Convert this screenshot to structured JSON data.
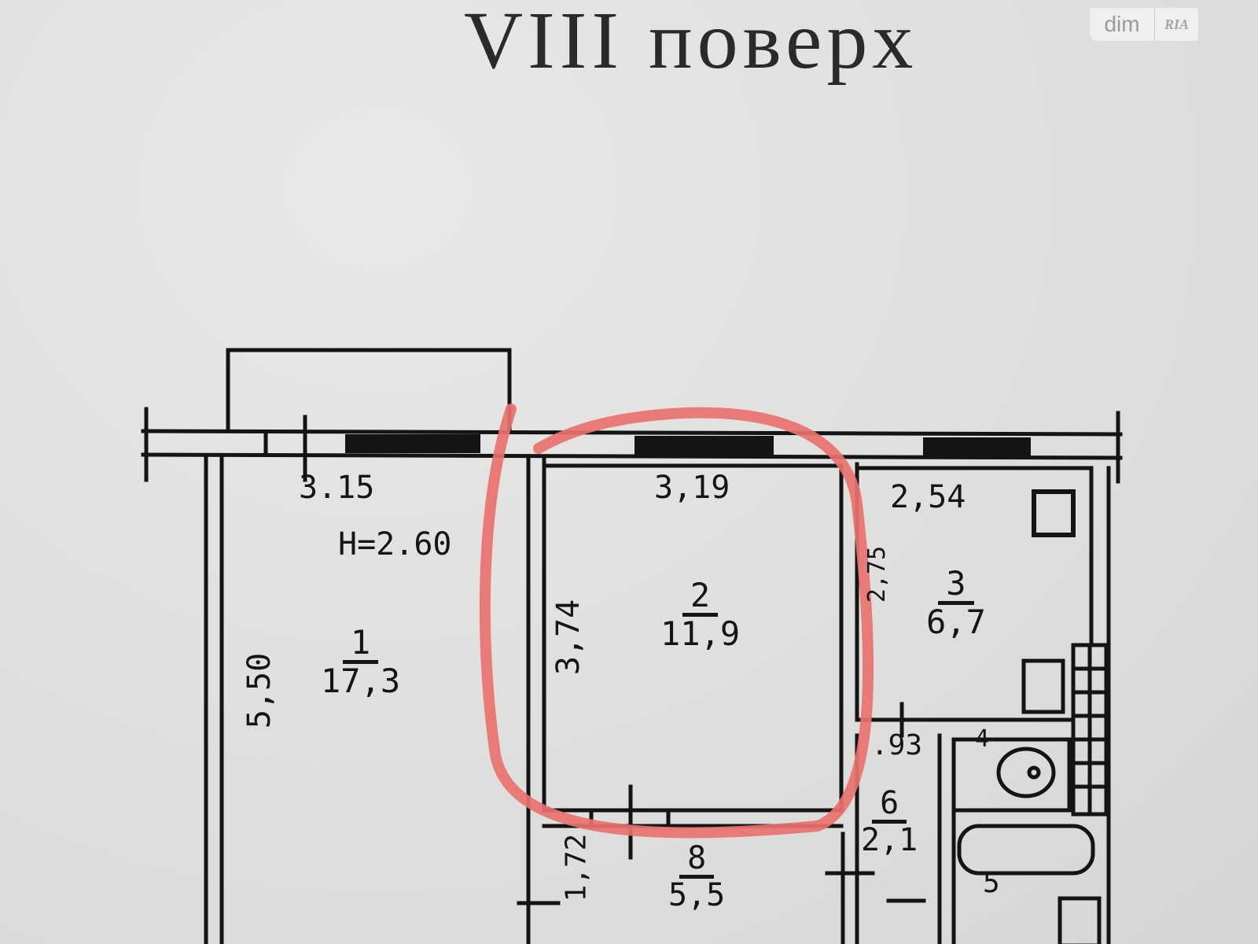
{
  "document": {
    "title": "VIII поверх",
    "watermark": {
      "left": "dim",
      "right": "RIA"
    },
    "highlight": {
      "color": "#e8716f",
      "target_room": "2"
    }
  },
  "rooms": [
    {
      "number": "1",
      "area": "17,3",
      "width_label": "3.15",
      "depth_label": "5,50",
      "ceiling_height": "H=2.60"
    },
    {
      "number": "2",
      "area": "11,9",
      "width_label": "3,19",
      "depth_label": "3,74"
    },
    {
      "number": "3",
      "area": "6,7",
      "width_label": "2,54",
      "depth_label": "2,75"
    },
    {
      "number": "4",
      "area": "",
      "width_label": ".93"
    },
    {
      "number": "5",
      "area": ""
    },
    {
      "number": "6",
      "area": "2,1"
    },
    {
      "number": "8",
      "area": "5,5",
      "depth_label": "1,72"
    }
  ]
}
